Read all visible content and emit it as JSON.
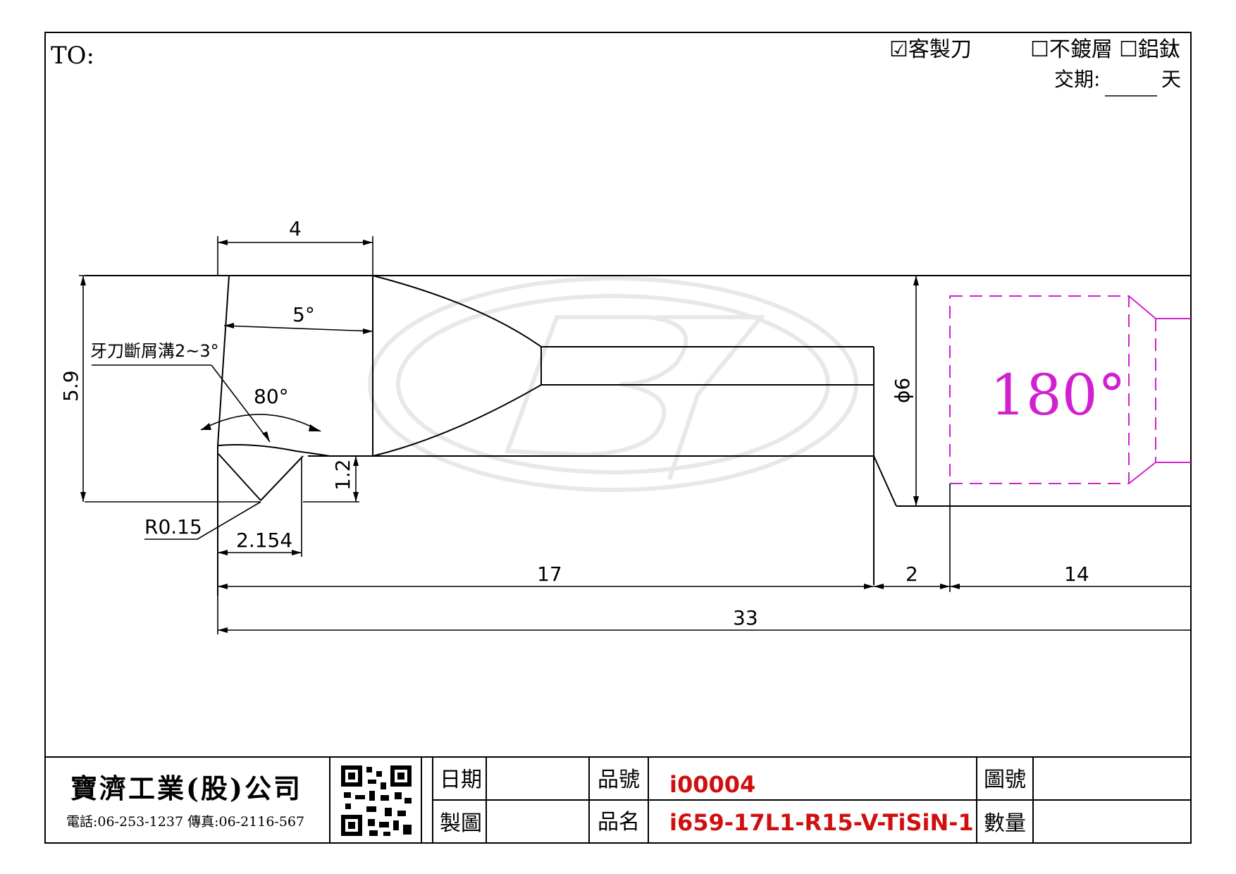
{
  "header": {
    "to_label": "TO:",
    "custom_tool": "☑客製刀",
    "no_coating": "☐不鍍層",
    "altin": "☐鋁鈦",
    "lead_time_label": "交期:",
    "lead_time_unit": "天"
  },
  "drawing": {
    "dim_width_4": "4",
    "dim_angle_5": "5°",
    "note_groove": "牙刀斷屑溝2~3°",
    "dim_angle_80": "80°",
    "dim_height_59": "5.9",
    "dim_height_12": "1.2",
    "dim_radius": "R0.15",
    "dim_2154": "2.154",
    "dim_phi6": "ϕ6",
    "angle_180": "180°",
    "dim_17": "17",
    "dim_2": "2",
    "dim_14": "14",
    "dim_33": "33"
  },
  "title_block": {
    "company": "寶濟工業(股)公司",
    "contact": "電話:06-253-1237  傳真:06-2116-567",
    "date_label": "日期",
    "draw_label": "製圖",
    "part_no_label": "品號",
    "part_no_value": "i00004",
    "part_name_label": "品名",
    "part_name_value": "i659-17L1-R15-V-TiSiN-1",
    "drawing_no_label": "圖號",
    "qty_label": "數量"
  },
  "colors": {
    "line": "#000000",
    "accent": "#d020d0",
    "value": "#d01010"
  }
}
